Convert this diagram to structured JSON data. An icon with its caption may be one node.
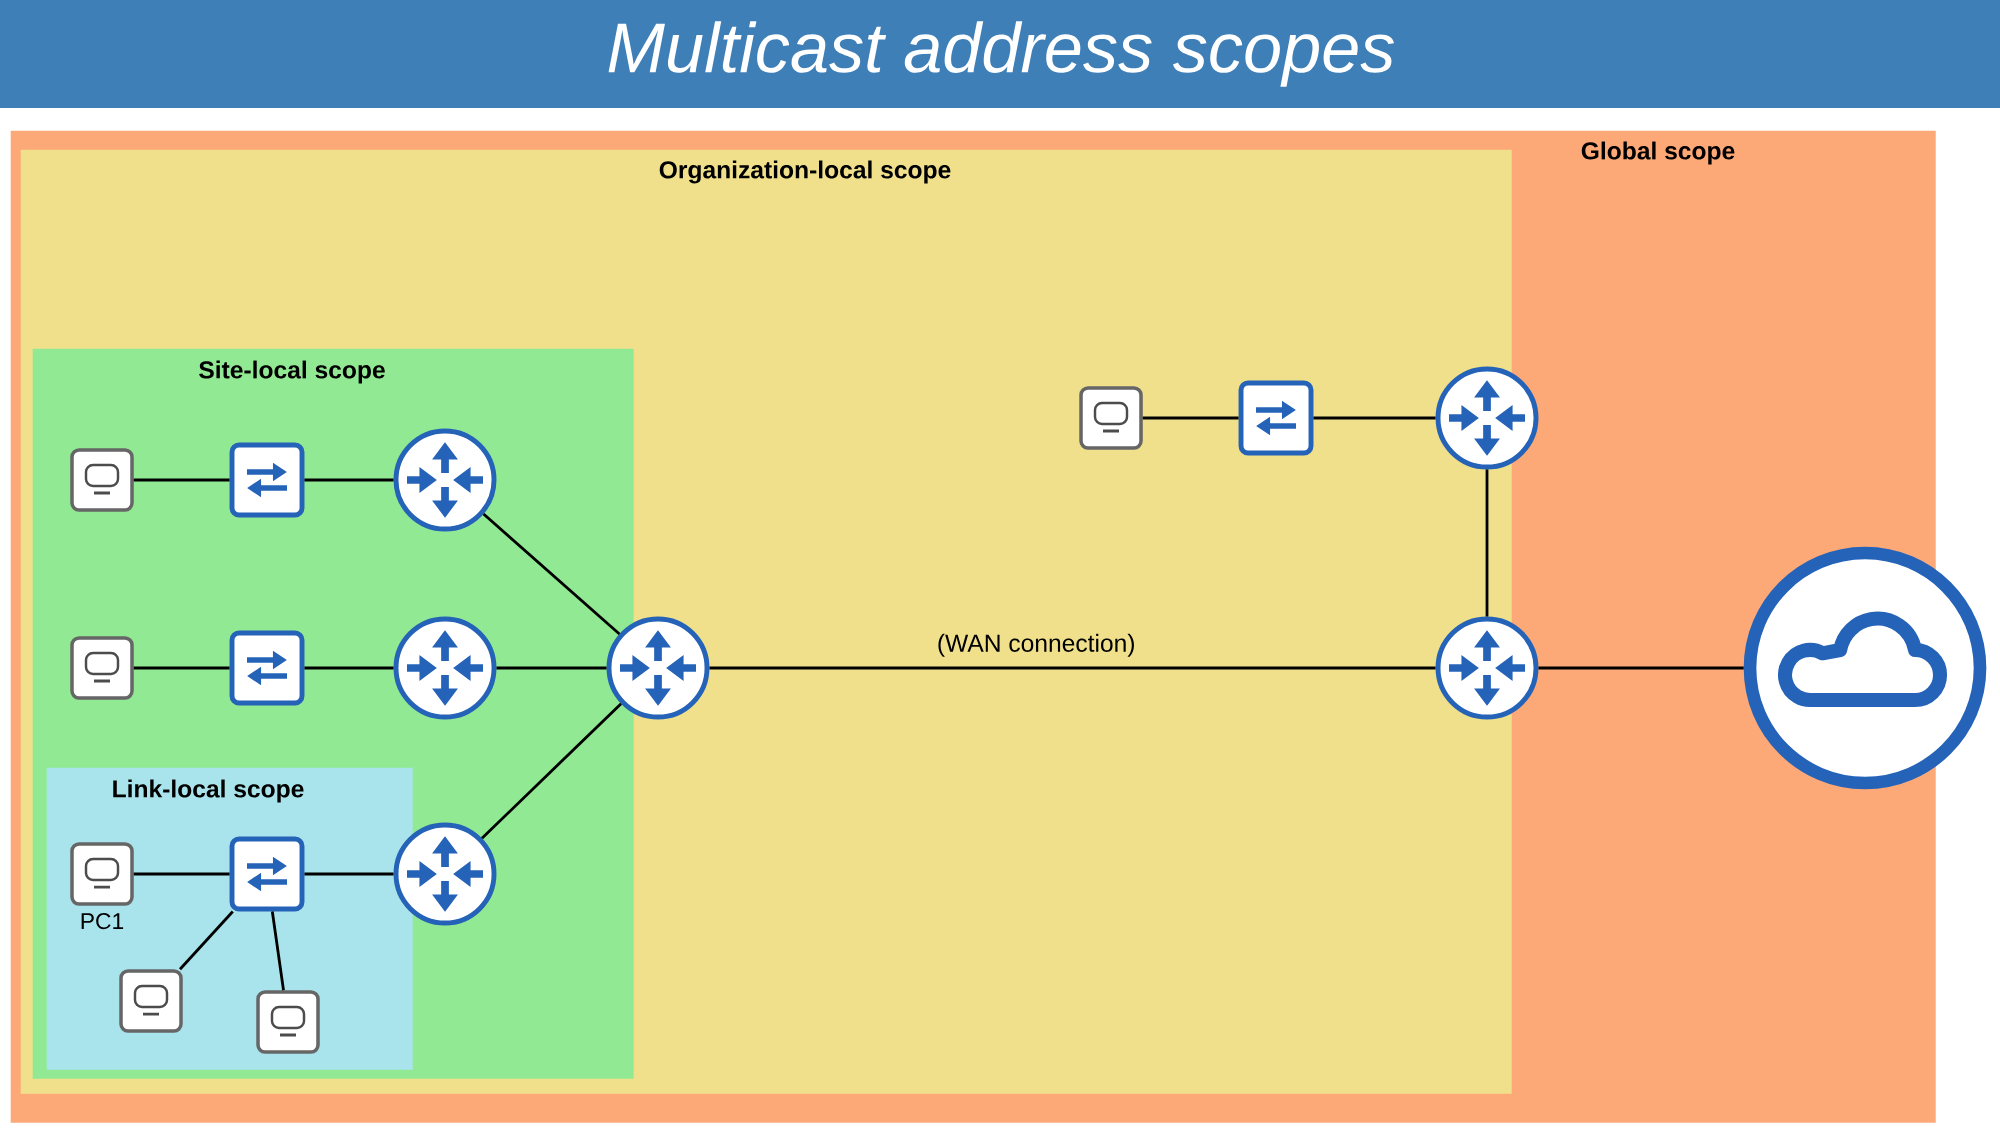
{
  "diagram": {
    "title": "Multicast address scopes",
    "nodes": [
      {
        "text": [
          "Global scope"
        ]
      },
      {
        "text": [
          "Organization-local scope"
        ],
        "in": 0
      },
      {
        "text": [
          "Site-local scope"
        ],
        "in": 1
      },
      {
        "text": [
          "Link-local scope"
        ],
        "in": 2
      },
      {
        "text": [],
        "shape": "computer",
        "in": 2
      },
      {
        "text": [],
        "shape": "switch",
        "in": 2
      },
      {
        "text": [],
        "shape": "router",
        "in": 2
      },
      {
        "text": [],
        "shape": "computer",
        "in": 2
      },
      {
        "text": [],
        "shape": "switch",
        "in": 2
      },
      {
        "text": [],
        "shape": "router",
        "in": 2
      },
      {
        "text": [],
        "shape": "router",
        "in": 1
      },
      {
        "text": [],
        "shape": "computer",
        "beside": [
          "PC1"
        ],
        "in": 3
      },
      {
        "text": [],
        "shape": "switch",
        "in": 3
      },
      {
        "text": [],
        "shape": "router",
        "in": 2
      },
      {
        "text": [],
        "shape": "computer",
        "in": 3
      },
      {
        "text": [],
        "shape": "computer",
        "in": 3
      },
      {
        "text": [],
        "shape": "computer",
        "in": 1
      },
      {
        "text": [],
        "shape": "switch",
        "in": 1
      },
      {
        "text": [],
        "shape": "router",
        "in": 0
      },
      {
        "text": [],
        "shape": "router",
        "in": 0
      },
      {
        "text": [],
        "shape": "cloud",
        "in": 0
      }
    ],
    "edges": [
      {
        "from": 4,
        "to": 5,
        "arrow": "none"
      },
      {
        "from": 5,
        "to": 6,
        "arrow": "none"
      },
      {
        "from": 6,
        "to": 10,
        "arrow": "none"
      },
      {
        "from": 7,
        "to": 8,
        "arrow": "none"
      },
      {
        "from": 8,
        "to": 9,
        "arrow": "none"
      },
      {
        "from": 9,
        "to": 10,
        "arrow": "none"
      },
      {
        "from": 11,
        "to": 12,
        "arrow": "none"
      },
      {
        "from": 12,
        "to": 13,
        "arrow": "none"
      },
      {
        "from": 12,
        "to": 14,
        "arrow": "none"
      },
      {
        "from": 12,
        "to": 15,
        "arrow": "none"
      },
      {
        "from": 13,
        "to": 10,
        "arrow": "none"
      },
      {
        "from": 16,
        "to": 17,
        "arrow": "none"
      },
      {
        "from": 17,
        "to": 18,
        "arrow": "none"
      },
      {
        "from": 18,
        "to": 19,
        "arrow": "none"
      },
      {
        "from": 10,
        "to": 19,
        "arrow": "none",
        "label": "(WAN connection)"
      },
      {
        "from": 19,
        "to": 20,
        "arrow": "none"
      }
    ]
  }
}
